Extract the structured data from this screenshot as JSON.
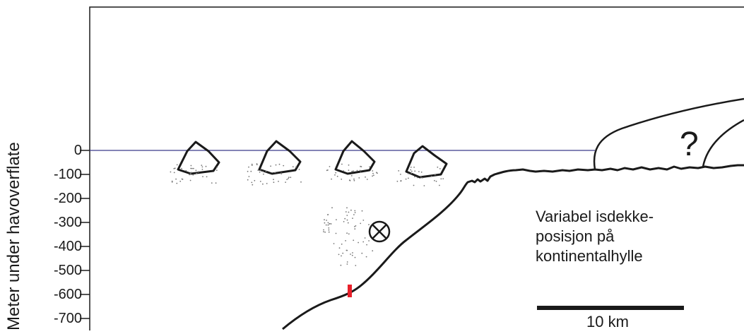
{
  "y_axis_title": "Meter under havoverflate",
  "y_ticks": [
    "0",
    "-100",
    "-200",
    "-300",
    "-400",
    "-500",
    "-600",
    "-700"
  ],
  "question_mark": "?",
  "annotation_lines": [
    "Variabel isdekke-",
    "posisjon på",
    "kontinentalhylle"
  ],
  "scale_bar_label": "10 km",
  "colors": {
    "ink": "#1a1a1a",
    "sea_level_line": "#3a3a8a",
    "marker": "#e8202a",
    "speckle": "#777777"
  },
  "icons": {
    "icebergs": "iceberg-icon",
    "flow_symbol": "flow-into-page-icon",
    "marker": "red-sample-marker"
  }
}
